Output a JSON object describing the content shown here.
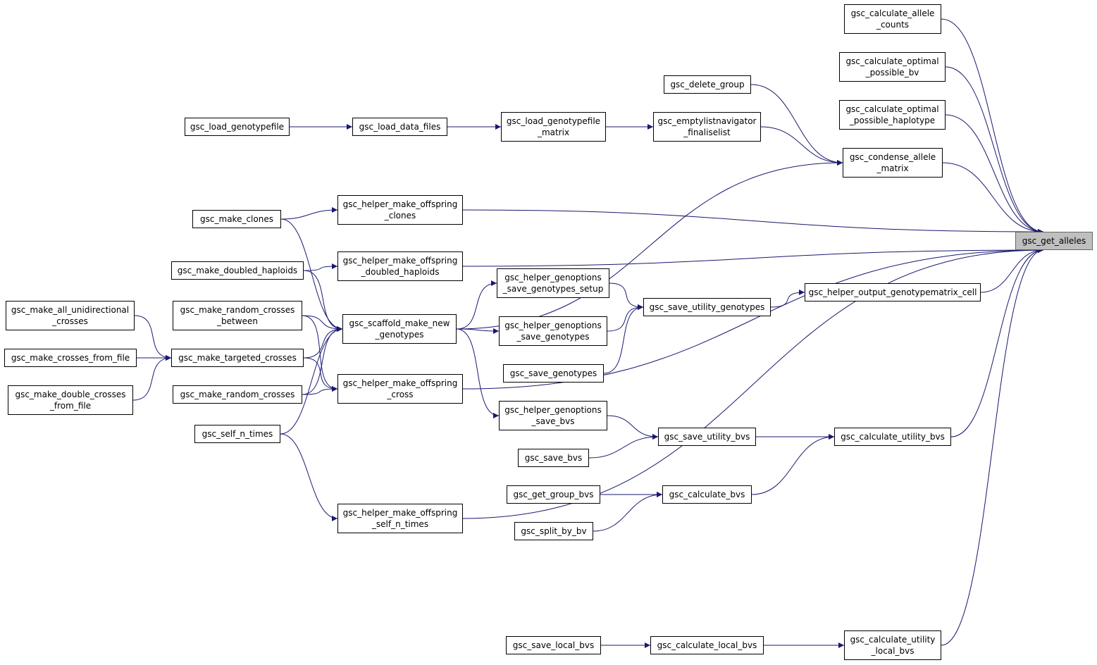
{
  "graph": {
    "edge_color": "#191970",
    "target_fill": "#bfbfbf",
    "nodes": [
      {
        "id": "get_alleles",
        "label": "gsc_get_alleles",
        "target": true
      },
      {
        "id": "calc_allele_counts",
        "label": "gsc_calculate_allele\n_counts"
      },
      {
        "id": "calc_opt_bv",
        "label": "gsc_calculate_optimal\n_possible_bv"
      },
      {
        "id": "calc_opt_hap",
        "label": "gsc_calculate_optimal\n_possible_haplotype"
      },
      {
        "id": "delete_group",
        "label": "gsc_delete_group"
      },
      {
        "id": "condense",
        "label": "gsc_condense_allele\n_matrix"
      },
      {
        "id": "load_genofile",
        "label": "gsc_load_genotypefile"
      },
      {
        "id": "load_data_files",
        "label": "gsc_load_data_files"
      },
      {
        "id": "load_genofile_matrix",
        "label": "gsc_load_genotypefile\n_matrix"
      },
      {
        "id": "emptylist",
        "label": "gsc_emptylistnavigator\n_finaliselist"
      },
      {
        "id": "make_clones",
        "label": "gsc_make_clones"
      },
      {
        "id": "helper_clones",
        "label": "gsc_helper_make_offspring\n_clones"
      },
      {
        "id": "make_dh",
        "label": "gsc_make_doubled_haploids"
      },
      {
        "id": "helper_dh",
        "label": "gsc_helper_make_offspring\n_doubled_haploids"
      },
      {
        "id": "genopt_setup",
        "label": "gsc_helper_genoptions\n_save_genotypes_setup"
      },
      {
        "id": "save_util_geno",
        "label": "gsc_save_utility_genotypes"
      },
      {
        "id": "output_cell",
        "label": "gsc_helper_output_genotypematrix_cell"
      },
      {
        "id": "all_unidir",
        "label": "gsc_make_all_unidirectional\n_crosses"
      },
      {
        "id": "rand_between",
        "label": "gsc_make_random_crosses\n_between"
      },
      {
        "id": "scaffold",
        "label": "gsc_scaffold_make_new\n_genotypes"
      },
      {
        "id": "genopt_save_geno",
        "label": "gsc_helper_genoptions\n_save_genotypes"
      },
      {
        "id": "crosses_file",
        "label": "gsc_make_crosses_from_file"
      },
      {
        "id": "targeted",
        "label": "gsc_make_targeted_crosses"
      },
      {
        "id": "save_genotypes",
        "label": "gsc_save_genotypes"
      },
      {
        "id": "double_crosses",
        "label": "gsc_make_double_crosses\n_from_file"
      },
      {
        "id": "rand_crosses",
        "label": "gsc_make_random_crosses"
      },
      {
        "id": "helper_cross",
        "label": "gsc_helper_make_offspring\n_cross"
      },
      {
        "id": "genopt_bvs",
        "label": "gsc_helper_genoptions\n_save_bvs"
      },
      {
        "id": "self_n",
        "label": "gsc_self_n_times"
      },
      {
        "id": "save_util_bvs",
        "label": "gsc_save_utility_bvs"
      },
      {
        "id": "calc_util_bvs",
        "label": "gsc_calculate_utility_bvs"
      },
      {
        "id": "save_bvs",
        "label": "gsc_save_bvs"
      },
      {
        "id": "get_group_bvs",
        "label": "gsc_get_group_bvs"
      },
      {
        "id": "calc_bvs",
        "label": "gsc_calculate_bvs"
      },
      {
        "id": "helper_self",
        "label": "gsc_helper_make_offspring\n_self_n_times"
      },
      {
        "id": "split_bv",
        "label": "gsc_split_by_bv"
      },
      {
        "id": "save_local",
        "label": "gsc_save_local_bvs"
      },
      {
        "id": "calc_local",
        "label": "gsc_calculate_local_bvs"
      },
      {
        "id": "calc_util_local",
        "label": "gsc_calculate_utility\n_local_bvs"
      }
    ],
    "edges": [
      [
        "calc_allele_counts",
        "get_alleles"
      ],
      [
        "calc_opt_bv",
        "get_alleles"
      ],
      [
        "calc_opt_hap",
        "get_alleles"
      ],
      [
        "condense",
        "get_alleles"
      ],
      [
        "helper_clones",
        "get_alleles"
      ],
      [
        "helper_dh",
        "get_alleles"
      ],
      [
        "output_cell",
        "get_alleles"
      ],
      [
        "calc_util_bvs",
        "get_alleles"
      ],
      [
        "helper_cross",
        "get_alleles"
      ],
      [
        "helper_self",
        "get_alleles"
      ],
      [
        "calc_util_local",
        "get_alleles"
      ],
      [
        "delete_group",
        "condense"
      ],
      [
        "emptylist",
        "condense"
      ],
      [
        "scaffold",
        "condense"
      ],
      [
        "load_genofile",
        "load_data_files"
      ],
      [
        "load_data_files",
        "load_genofile_matrix"
      ],
      [
        "load_genofile_matrix",
        "emptylist"
      ],
      [
        "make_clones",
        "helper_clones"
      ],
      [
        "make_dh",
        "helper_dh"
      ],
      [
        "make_clones",
        "scaffold"
      ],
      [
        "make_dh",
        "scaffold"
      ],
      [
        "rand_between",
        "scaffold"
      ],
      [
        "targeted",
        "scaffold"
      ],
      [
        "rand_crosses",
        "scaffold"
      ],
      [
        "self_n",
        "scaffold"
      ],
      [
        "scaffold",
        "genopt_setup"
      ],
      [
        "scaffold",
        "genopt_save_geno"
      ],
      [
        "scaffold",
        "genopt_bvs"
      ],
      [
        "genopt_setup",
        "save_util_geno"
      ],
      [
        "genopt_save_geno",
        "save_util_geno"
      ],
      [
        "save_genotypes",
        "save_util_geno"
      ],
      [
        "save_util_geno",
        "output_cell"
      ],
      [
        "all_unidir",
        "targeted"
      ],
      [
        "crosses_file",
        "targeted"
      ],
      [
        "double_crosses",
        "targeted"
      ],
      [
        "rand_between",
        "helper_cross"
      ],
      [
        "targeted",
        "helper_cross"
      ],
      [
        "rand_crosses",
        "helper_cross"
      ],
      [
        "self_n",
        "helper_self"
      ],
      [
        "genopt_bvs",
        "save_util_bvs"
      ],
      [
        "save_bvs",
        "save_util_bvs"
      ],
      [
        "save_util_bvs",
        "calc_util_bvs"
      ],
      [
        "calc_bvs",
        "calc_util_bvs"
      ],
      [
        "get_group_bvs",
        "calc_bvs"
      ],
      [
        "split_bv",
        "calc_bvs"
      ],
      [
        "save_local",
        "calc_local"
      ],
      [
        "calc_local",
        "calc_util_local"
      ]
    ]
  }
}
